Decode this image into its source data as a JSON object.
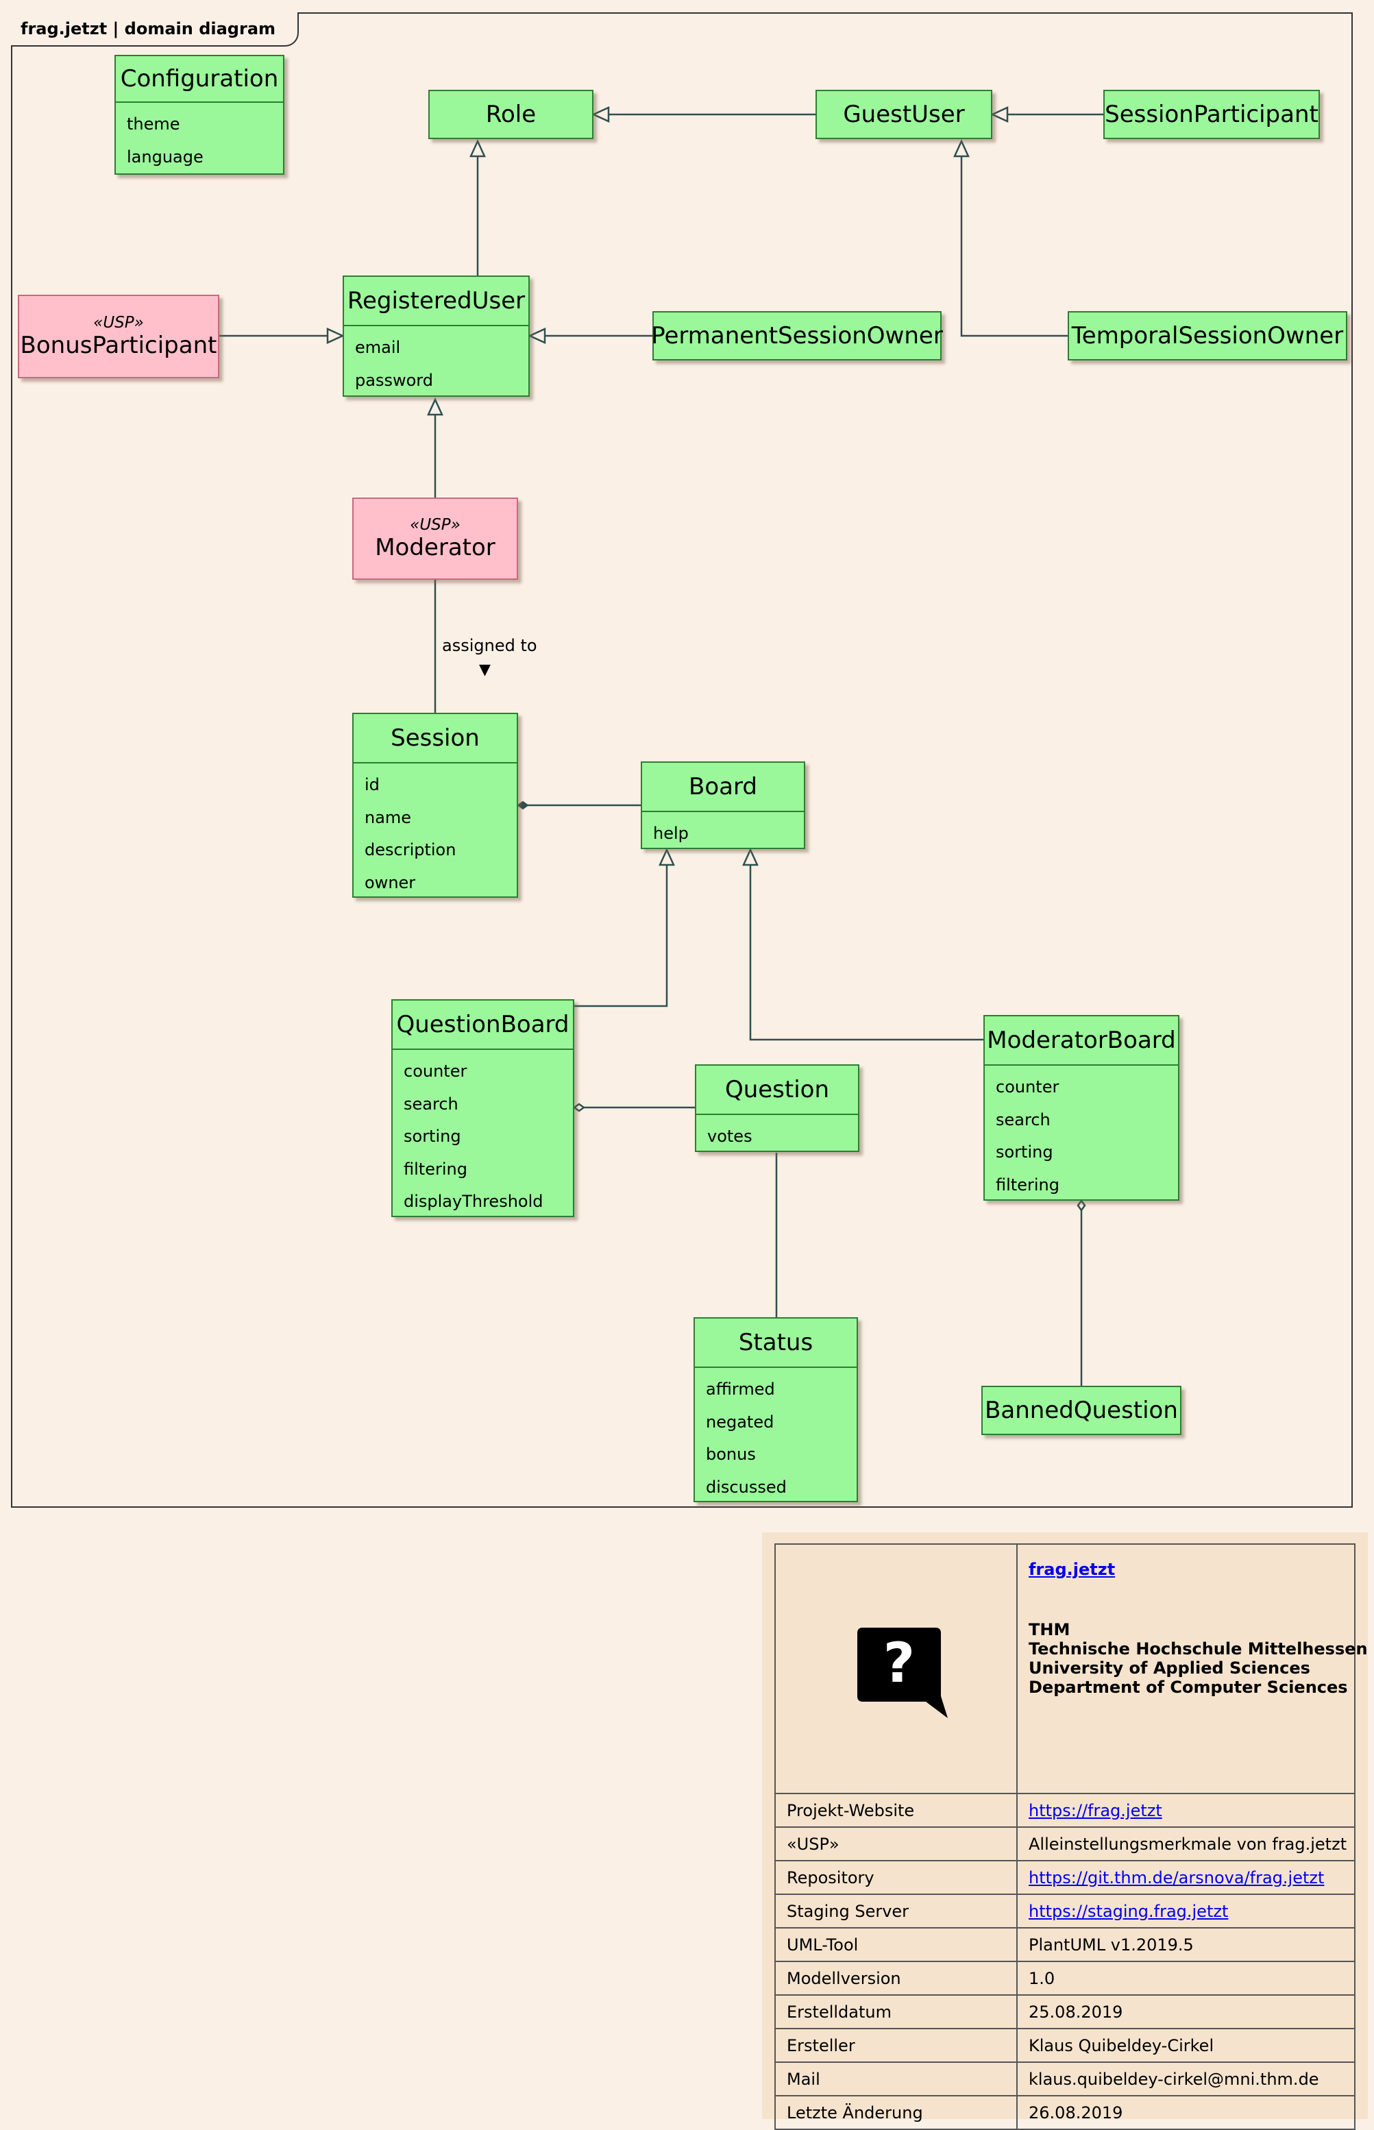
{
  "diagram": {
    "frame_title": "frag.jetzt | domain diagram",
    "classes": {
      "configuration": {
        "name": "Configuration",
        "attributes": [
          "theme",
          "language"
        ]
      },
      "role": {
        "name": "Role"
      },
      "guest_user": {
        "name": "GuestUser"
      },
      "session_participant": {
        "name": "SessionParticipant"
      },
      "bonus_participant": {
        "name": "BonusParticipant",
        "stereotype": "«USP»"
      },
      "registered_user": {
        "name": "RegisteredUser",
        "attributes": [
          "email",
          "password"
        ]
      },
      "permanent_session_owner": {
        "name": "PermanentSessionOwner"
      },
      "temporal_session_owner": {
        "name": "TemporalSessionOwner"
      },
      "moderator": {
        "name": "Moderator",
        "stereotype": "«USP»"
      },
      "session": {
        "name": "Session",
        "attributes": [
          "id",
          "name",
          "description",
          "owner"
        ]
      },
      "board": {
        "name": "Board",
        "attributes": [
          "help"
        ]
      },
      "question_board": {
        "name": "QuestionBoard",
        "attributes": [
          "counter",
          "search",
          "sorting",
          "filtering",
          "displayThreshold"
        ]
      },
      "question": {
        "name": "Question",
        "attributes": [
          "votes"
        ]
      },
      "moderator_board": {
        "name": "ModeratorBoard",
        "attributes": [
          "counter",
          "search",
          "sorting",
          "filtering"
        ]
      },
      "status": {
        "name": "Status",
        "attributes": [
          "affirmed",
          "negated",
          "bonus",
          "discussed"
        ]
      },
      "banned_question": {
        "name": "BannedQuestion"
      }
    },
    "association_label": "assigned to",
    "association_arrow": "▼",
    "colors": {
      "class_fill": "#9AF79A",
      "usp_fill": "#FFC0CB",
      "background": "#FBF0E6",
      "legend_fill": "#F5E3CD",
      "line": "#2F4F4F"
    }
  },
  "legend": {
    "logo_icon": "question-speech-bubble-icon",
    "logo_glyph": "?",
    "project_link": "frag.jetzt",
    "org_lines": [
      "THM",
      "Technische Hochschule Mittelhessen",
      "University of Applied Sciences",
      "Department of Computer Sciences"
    ],
    "rows": [
      {
        "label": "Projekt-Website",
        "value": "https://frag.jetzt",
        "link": true
      },
      {
        "label": "«USP»",
        "value": "Alleinstellungsmerkmale von frag.jetzt",
        "link": false
      },
      {
        "label": "Repository",
        "value": "https://git.thm.de/arsnova/frag.jetzt",
        "link": true
      },
      {
        "label": "Staging Server",
        "value": "https://staging.frag.jetzt",
        "link": true
      },
      {
        "label": "UML-Tool",
        "value": "PlantUML v1.2019.5",
        "link": false
      },
      {
        "label": "Modellversion",
        "value": "1.0",
        "link": false
      },
      {
        "label": "Erstelldatum",
        "value": "25.08.2019",
        "link": false
      },
      {
        "label": "Ersteller",
        "value": "Klaus Quibeldey-Cirkel",
        "link": false
      },
      {
        "label": "Mail",
        "value": "klaus.quibeldey-cirkel@mni.thm.de",
        "link": false
      },
      {
        "label": "Letzte Änderung",
        "value": "26.08.2019",
        "link": false
      }
    ]
  }
}
